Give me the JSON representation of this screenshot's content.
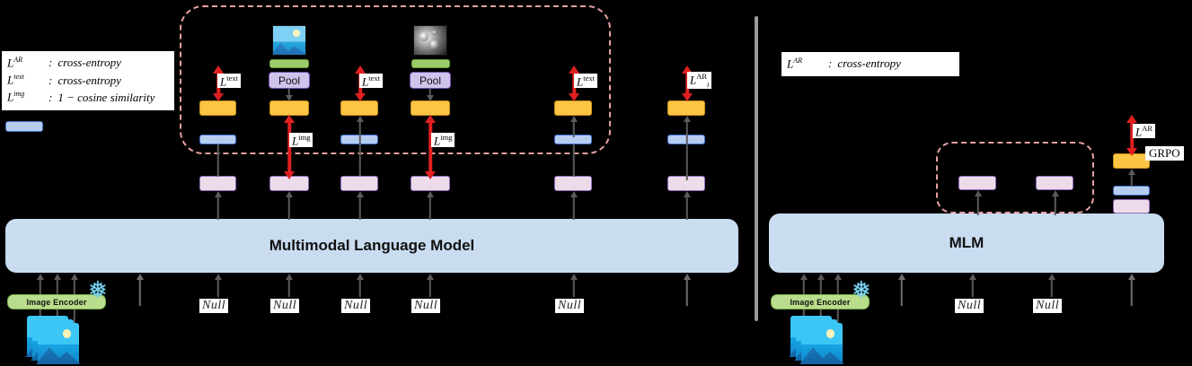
{
  "left_panel": {
    "legend": {
      "rows": [
        {
          "symbol": "L",
          "sup": "AR",
          "sub": "",
          "definition": "cross-entropy"
        },
        {
          "symbol": "L",
          "sup": "text",
          "sub": "",
          "definition": "cross-entropy"
        },
        {
          "symbol": "L",
          "sup": "img",
          "sub": "",
          "definition": "1 − cosine similarity"
        }
      ]
    },
    "backbone_label": "Multimodal Language Model",
    "encoder_label": "Image Encoder",
    "pool_label": "Pool",
    "null_labels": [
      "Null",
      "Null",
      "Null",
      "Null",
      "Null"
    ],
    "loss_markers": [
      {
        "id": "l-text-1",
        "text": "L",
        "sup": "text"
      },
      {
        "id": "l-img-1",
        "text": "L",
        "sup": "img"
      },
      {
        "id": "l-text-2",
        "text": "L",
        "sup": "text"
      },
      {
        "id": "l-img-2",
        "text": "L",
        "sup": "img"
      },
      {
        "id": "l-text-3",
        "text": "L",
        "sup": "text"
      },
      {
        "id": "l-ar-i",
        "text": "L",
        "sup": "AR",
        "sub": "i"
      }
    ]
  },
  "right_panel": {
    "legend": {
      "rows": [
        {
          "symbol": "L",
          "sup": "AR",
          "sub": "",
          "definition": "cross-entropy"
        }
      ]
    },
    "backbone_label": "MLM",
    "encoder_label": "Image Encoder",
    "null_labels": [
      "Null",
      "Null"
    ],
    "loss_markers": [
      {
        "id": "l-ar",
        "text": "L",
        "sup": "AR"
      }
    ],
    "algorithm_label": "GRPO"
  },
  "colors": {
    "yellow_token": "#fcc544",
    "blue_token": "#b6cdf0",
    "pink_token": "#eddbe9",
    "green_token": "#9ccb6a",
    "pool_box": "#cfc3eb",
    "backbone": "#c9dcf0",
    "encoder": "#b9dd8c",
    "dashed_outline": "#e8a0a0",
    "loss_arrow": "#e02020",
    "flow_arrow": "#5a5a5a",
    "divider": "#9a9a9a",
    "background": "#000000"
  },
  "icons": {
    "snowflake": "❅",
    "frozen_left": "❅",
    "frozen_right": "❅"
  }
}
